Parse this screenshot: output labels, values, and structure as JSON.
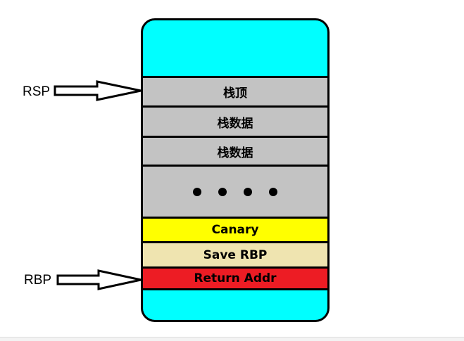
{
  "registers": {
    "rsp_label": "RSP",
    "rbp_label": "RBP"
  },
  "stack": {
    "cells": {
      "stack_top": "栈顶",
      "stack_data_1": "栈数据",
      "stack_data_2": "栈数据",
      "canary": "Canary",
      "save_rbp": "Save RBP",
      "return_addr": "Return Addr"
    }
  },
  "colors": {
    "stack_frame_background": "#00ffff",
    "data_cell": "#c3c3c3",
    "canary": "#ffff00",
    "save_rbp": "#efe4b0",
    "return_addr": "#ed1c24",
    "border": "#000000"
  }
}
